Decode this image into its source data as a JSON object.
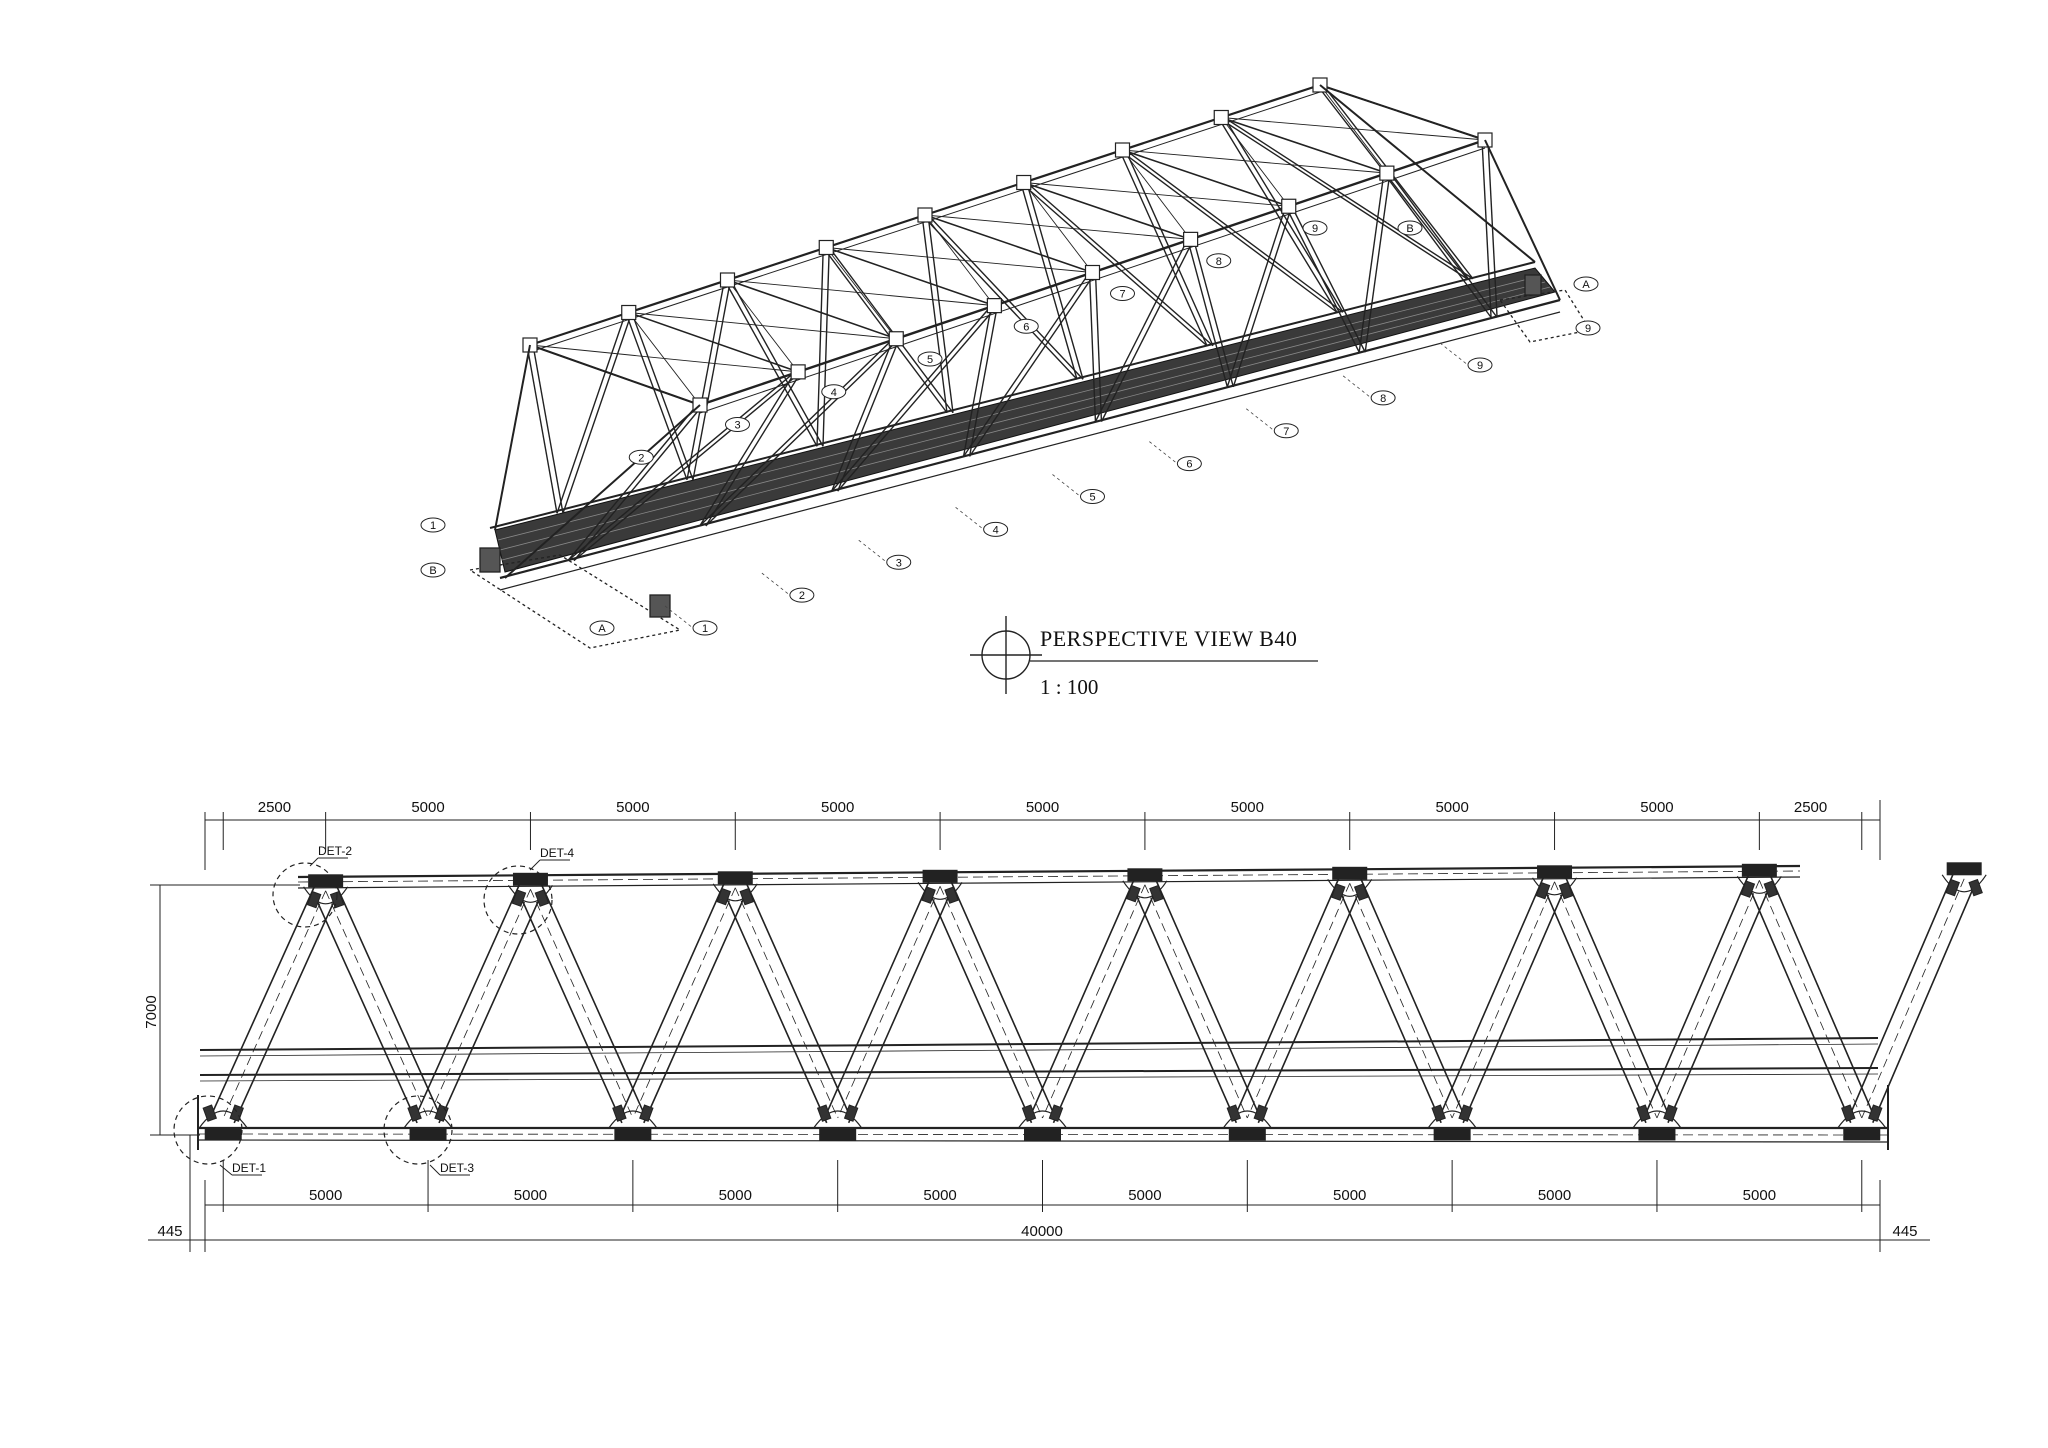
{
  "title_block": {
    "title": "PERSPECTIVE VIEW B40",
    "scale": "1 : 100"
  },
  "perspective": {
    "gridline_tags_near": [
      "1",
      "2",
      "3",
      "4",
      "5",
      "6",
      "7",
      "8",
      "9"
    ],
    "gridline_tags_far": [
      "1",
      "2",
      "3",
      "4",
      "5",
      "6",
      "7",
      "8",
      "9"
    ],
    "axis_tags_left": [
      "A",
      "B"
    ],
    "axis_tags_right": [
      "A",
      "B"
    ]
  },
  "elevation": {
    "top_dimensions": [
      "2500",
      "5000",
      "5000",
      "5000",
      "5000",
      "5000",
      "5000",
      "5000",
      "2500"
    ],
    "bottom_dimensions": [
      "5000",
      "5000",
      "5000",
      "5000",
      "5000",
      "5000",
      "5000",
      "5000"
    ],
    "overall_length": "40000",
    "left_offset": "445",
    "right_offset": "445",
    "height": "7000",
    "details": [
      "DET-1",
      "DET-2",
      "DET-3",
      "DET-4"
    ]
  }
}
